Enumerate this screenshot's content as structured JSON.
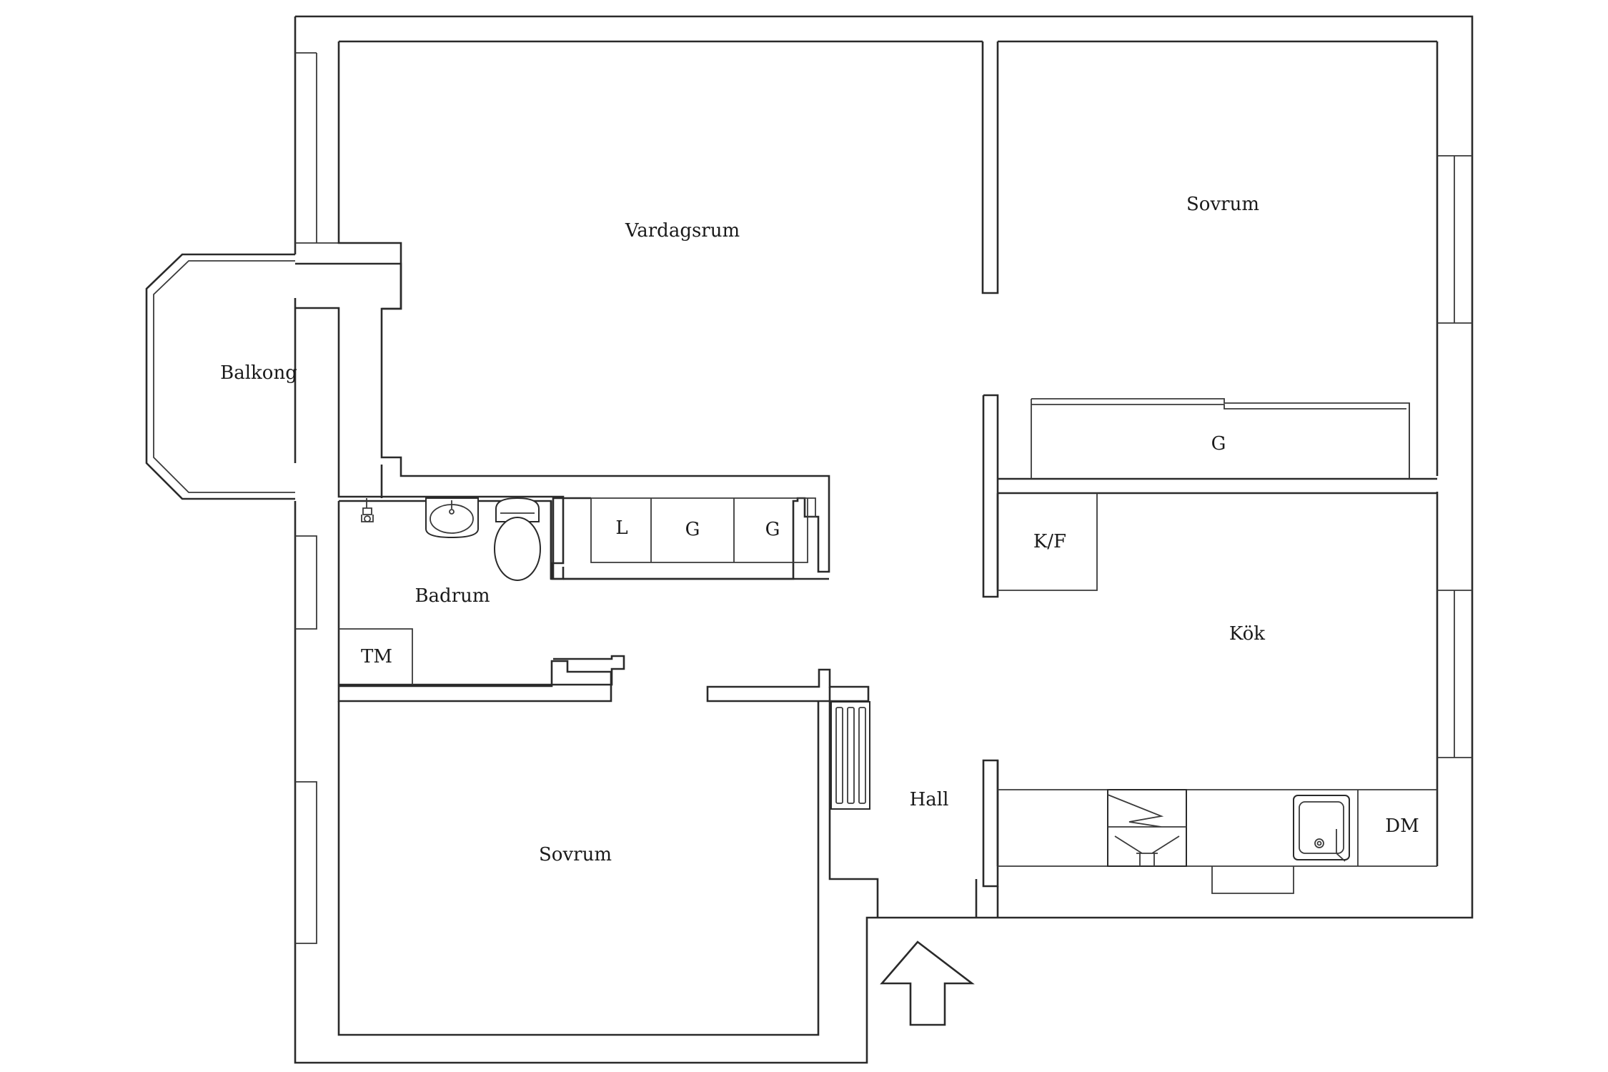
{
  "rooms": {
    "living_room": "Vardagsrum",
    "bedroom_top": "Sovrum",
    "balcony": "Balkong",
    "wardrobe_top": "G",
    "fridge_freezer": "K/F",
    "kitchen": "Kök",
    "bathroom": "Badrum",
    "linen_closet": "L",
    "closet_1": "G",
    "closet_2": "G",
    "washing_machine": "TM",
    "hall": "Hall",
    "dishwasher": "DM",
    "bedroom_bottom": "Sovrum"
  }
}
